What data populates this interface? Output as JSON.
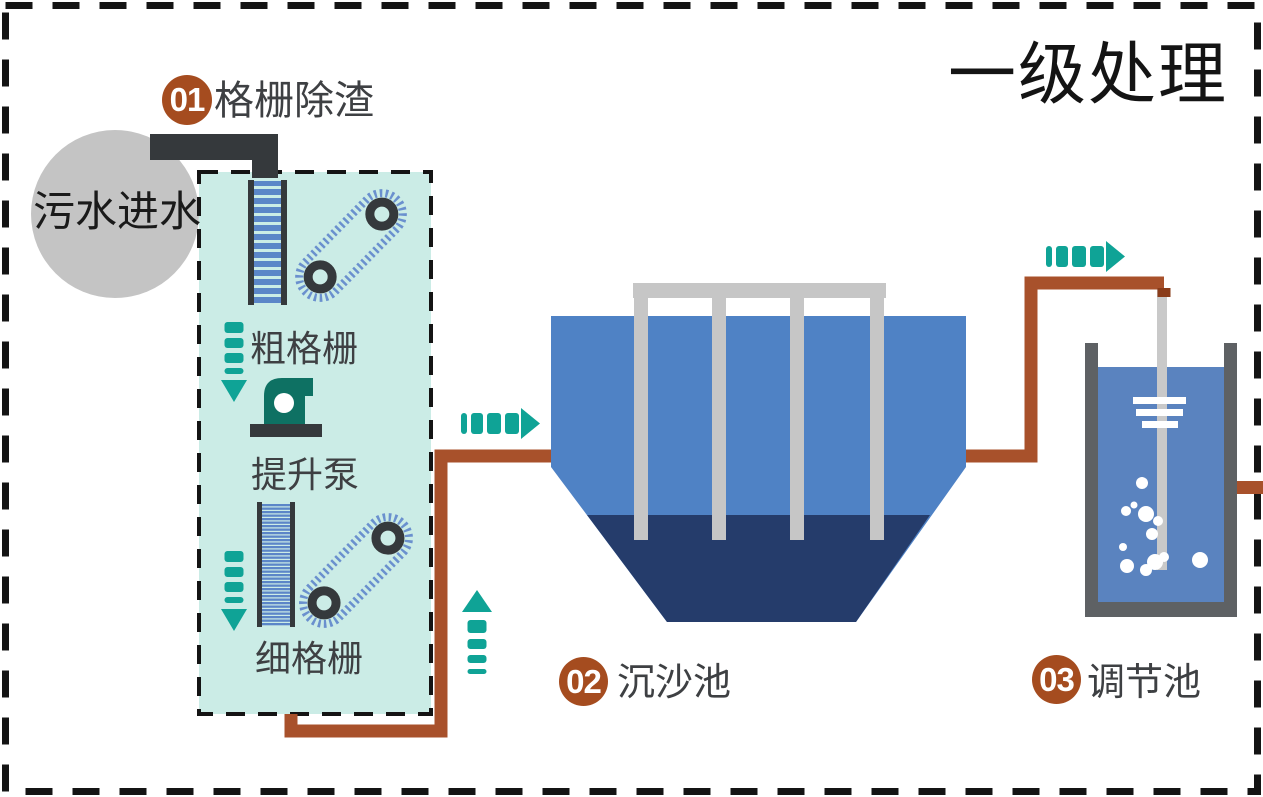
{
  "title": "一级处理",
  "inlet": {
    "label": "污水进水"
  },
  "stages": [
    {
      "number": "01",
      "label": "格栅除渣"
    },
    {
      "number": "02",
      "label": "沉沙池"
    },
    {
      "number": "03",
      "label": "调节池"
    }
  ],
  "screening_box": {
    "coarse_screen_label": "粗格栅",
    "pump_label": "提升泵",
    "fine_screen_label": "细格栅"
  },
  "icons": {
    "coarse-screen-icon": "bar-screen-ladder",
    "fine-screen-icon": "bar-screen-fine-ladder",
    "coarse-conveyor-icon": "diagonal-belt-conveyor",
    "fine-conveyor-icon": "diagonal-belt-conveyor",
    "pump-icon": "lift-pump-on-base",
    "flow-arrow-right-icon": "teal-dashed-arrow-right",
    "flow-arrow-down-icon": "teal-dashed-arrow-down",
    "flow-arrow-up-icon": "teal-dashed-arrow-up",
    "mixer-rod-icon": "agitator-rod",
    "water-level-icon": "three-level-lines",
    "aeration-bubbles-icon": "white-bubbles"
  },
  "colors": {
    "teal": "#0FA396",
    "teal_dark": "#0E7163",
    "mint": "#CBECE6",
    "pipe": "#A8512B",
    "pipe_dark": "#8A3C1A",
    "badge": "#A54C1F",
    "dark": "#35393C",
    "ink": "#3E4043",
    "frame": "#141414",
    "water_light": "#4F82C5",
    "navy": "#253C6B",
    "water_eq": "#5A83BF",
    "gray_pillar": "#C6C6C6",
    "gray_wall": "#5E6164",
    "gray_rod": "#C9C9C9",
    "gray_circle": "#C4C4C4",
    "stripe": "#5B86C8",
    "hatch": "#6A90CE",
    "text_black": "#1A1A1A",
    "white": "#FFFFFF"
  }
}
